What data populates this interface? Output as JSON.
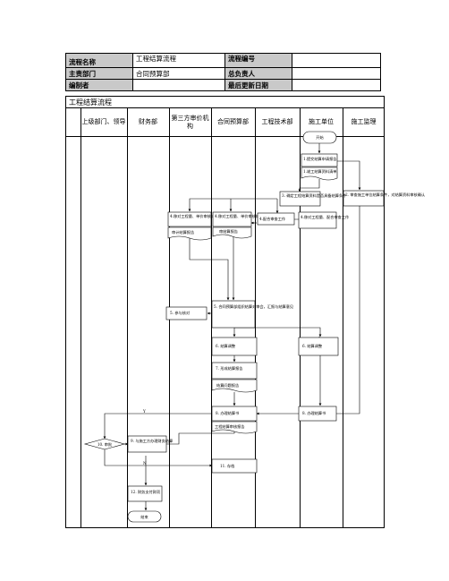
{
  "meta": {
    "process_name_label": "流程名称",
    "process_name": "工程结算流程",
    "process_no_label": "流程编号",
    "process_no": "",
    "owner_dept_label": "主责部门",
    "owner_dept": "合同预算部",
    "owner_label": "总负责人",
    "owner": "",
    "maker_label": "编制者",
    "maker": "",
    "updated_label": "最后更新日期",
    "updated": ""
  },
  "flow": {
    "title": "工程结算流程",
    "lanes": [
      "上级部门、领导",
      "财务部",
      "第三方审价机构",
      "合同预算部",
      "工程技术部",
      "施工单位",
      "施工监理"
    ],
    "nodes": {
      "start": "开始",
      "n1": "1.提交结算申请报告",
      "n1_doc": "1.竣工结算资料清单",
      "n2": "2. 审查施工单位结算条件，对结算资料审核确认",
      "n3": "3. 确定工程结算资料是否具备结算条件",
      "n4a": "4.移对工程量、单价审核结算资料",
      "n4a_doc": "审计结算报告",
      "n4b": "4.移对工程量、单价审核结算资料",
      "n4b_doc": "审结算报告",
      "n4c": "4.配合审查工作",
      "n4d": "4.移对工程量、配合审查工作",
      "n5a": "5. 参与核对",
      "n5b": "5. 合同预算部组织结算对审会，汇报与结算意见",
      "n6a": "6. 结算调整",
      "n6b": "6. 结算调整",
      "n7": "7. 形成结算报告",
      "n7_doc": "结算问题报告",
      "n8a": "8. 办理结算书",
      "n8_doc": "工程结算审核报告",
      "n8b": "8. 办理结算书",
      "n9": "9. 与施工方办理财务结算",
      "n10": "10. 审批",
      "n11": "11. 存档",
      "n12": "12. 财务支付款项",
      "end": "结束",
      "yes": "Y",
      "no": "N"
    }
  }
}
